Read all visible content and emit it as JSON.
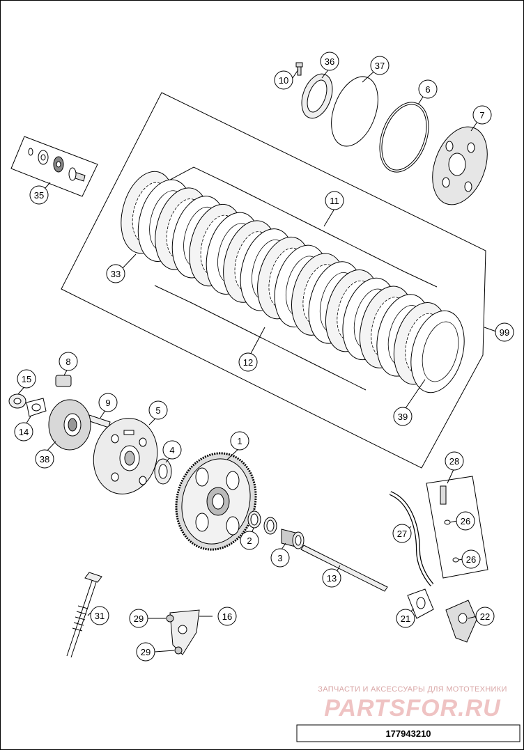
{
  "drawing_number": "177943210",
  "watermark": {
    "caption": "ЗАПЧАСТИ И АКСЕССУАРЫ ДЛЯ МОТОТЕХНИКИ",
    "logo_text": "PARTSFOR.RU"
  },
  "callouts": [
    "1",
    "2",
    "3",
    "4",
    "5",
    "6",
    "7",
    "8",
    "9",
    "10",
    "11",
    "12",
    "13",
    "14",
    "15",
    "16",
    "21",
    "22",
    "26",
    "26",
    "27",
    "28",
    "29",
    "29",
    "31",
    "33",
    "35",
    "36",
    "37",
    "38",
    "39",
    "99"
  ],
  "colors": {
    "line": "#000000",
    "watermark": "#e8a6a6",
    "fill_grey": "#cccccc"
  }
}
